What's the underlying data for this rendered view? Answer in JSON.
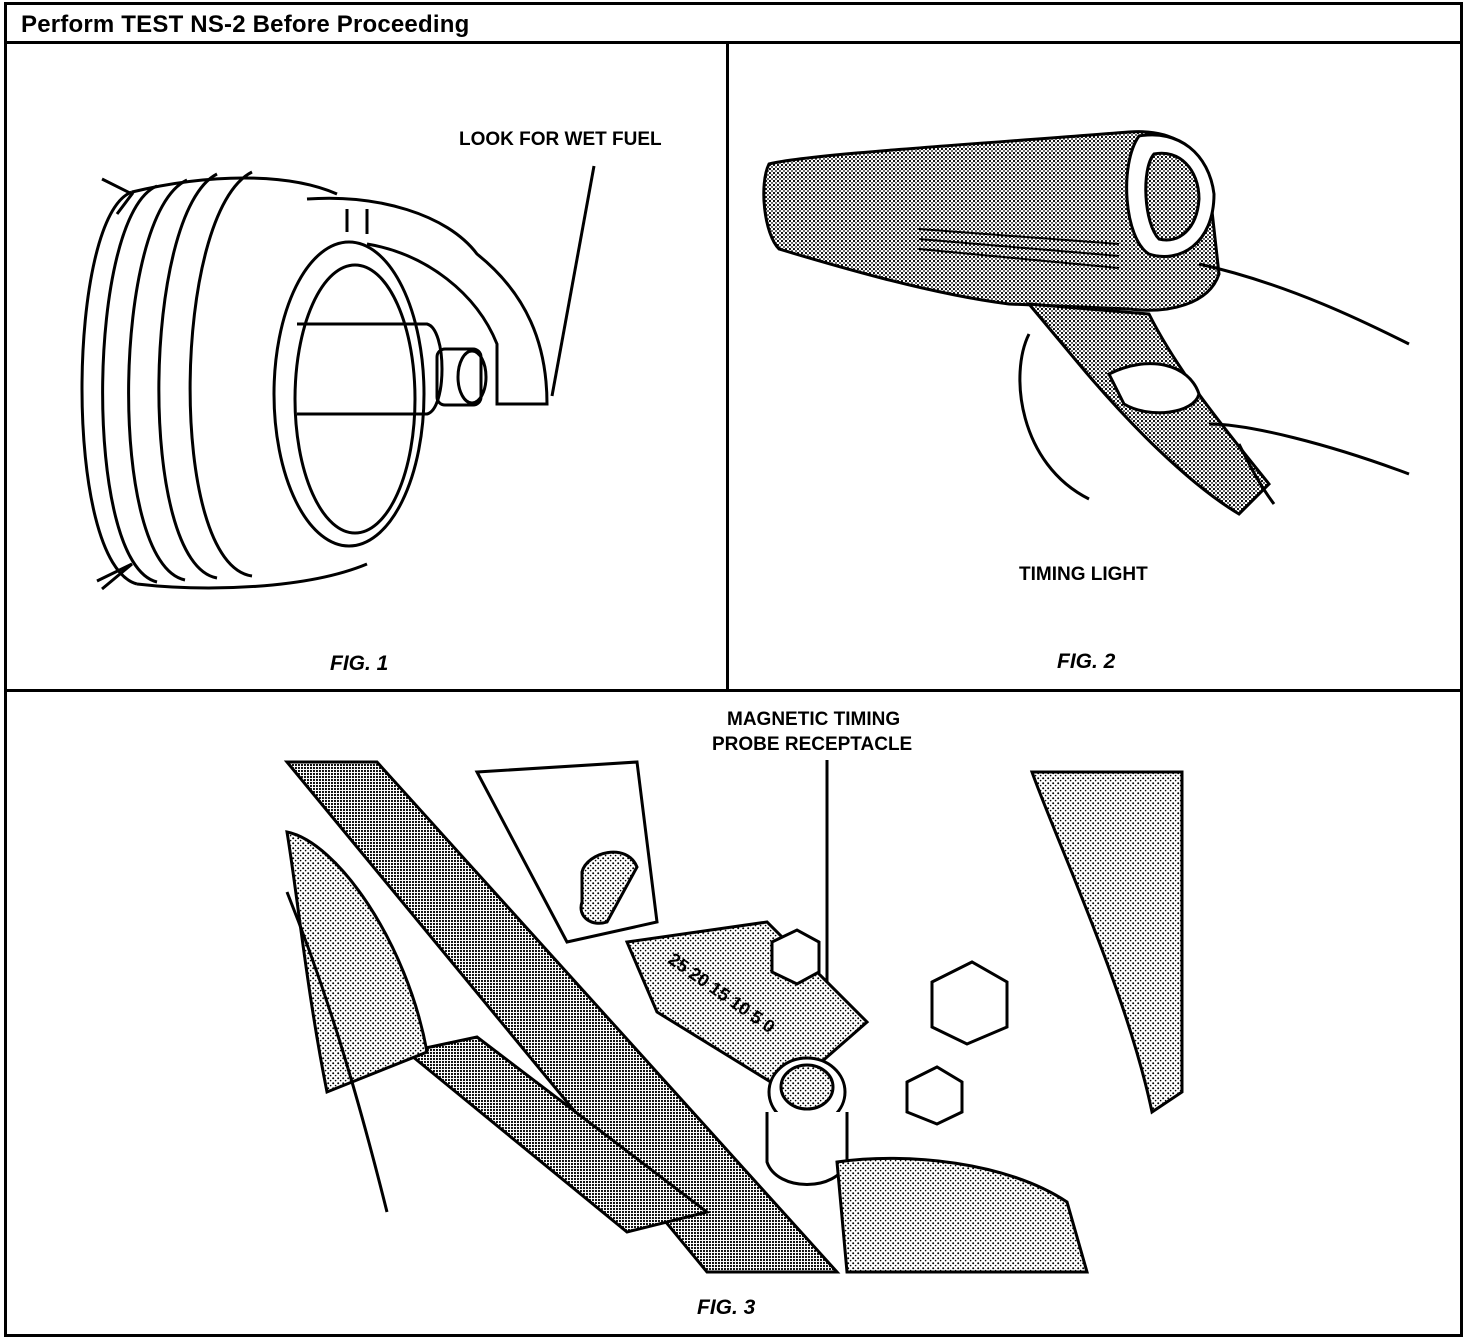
{
  "header": {
    "title": "Perform TEST NS-2 Before Proceeding"
  },
  "fig1": {
    "callout": "LOOK FOR WET FUEL",
    "caption": "FIG. 1"
  },
  "fig2": {
    "label": "TIMING LIGHT",
    "caption": "FIG. 2"
  },
  "fig3": {
    "callout_line1": "MAGNETIC TIMING",
    "callout_line2": "PROBE RECEPTACLE",
    "caption": "FIG. 3"
  }
}
